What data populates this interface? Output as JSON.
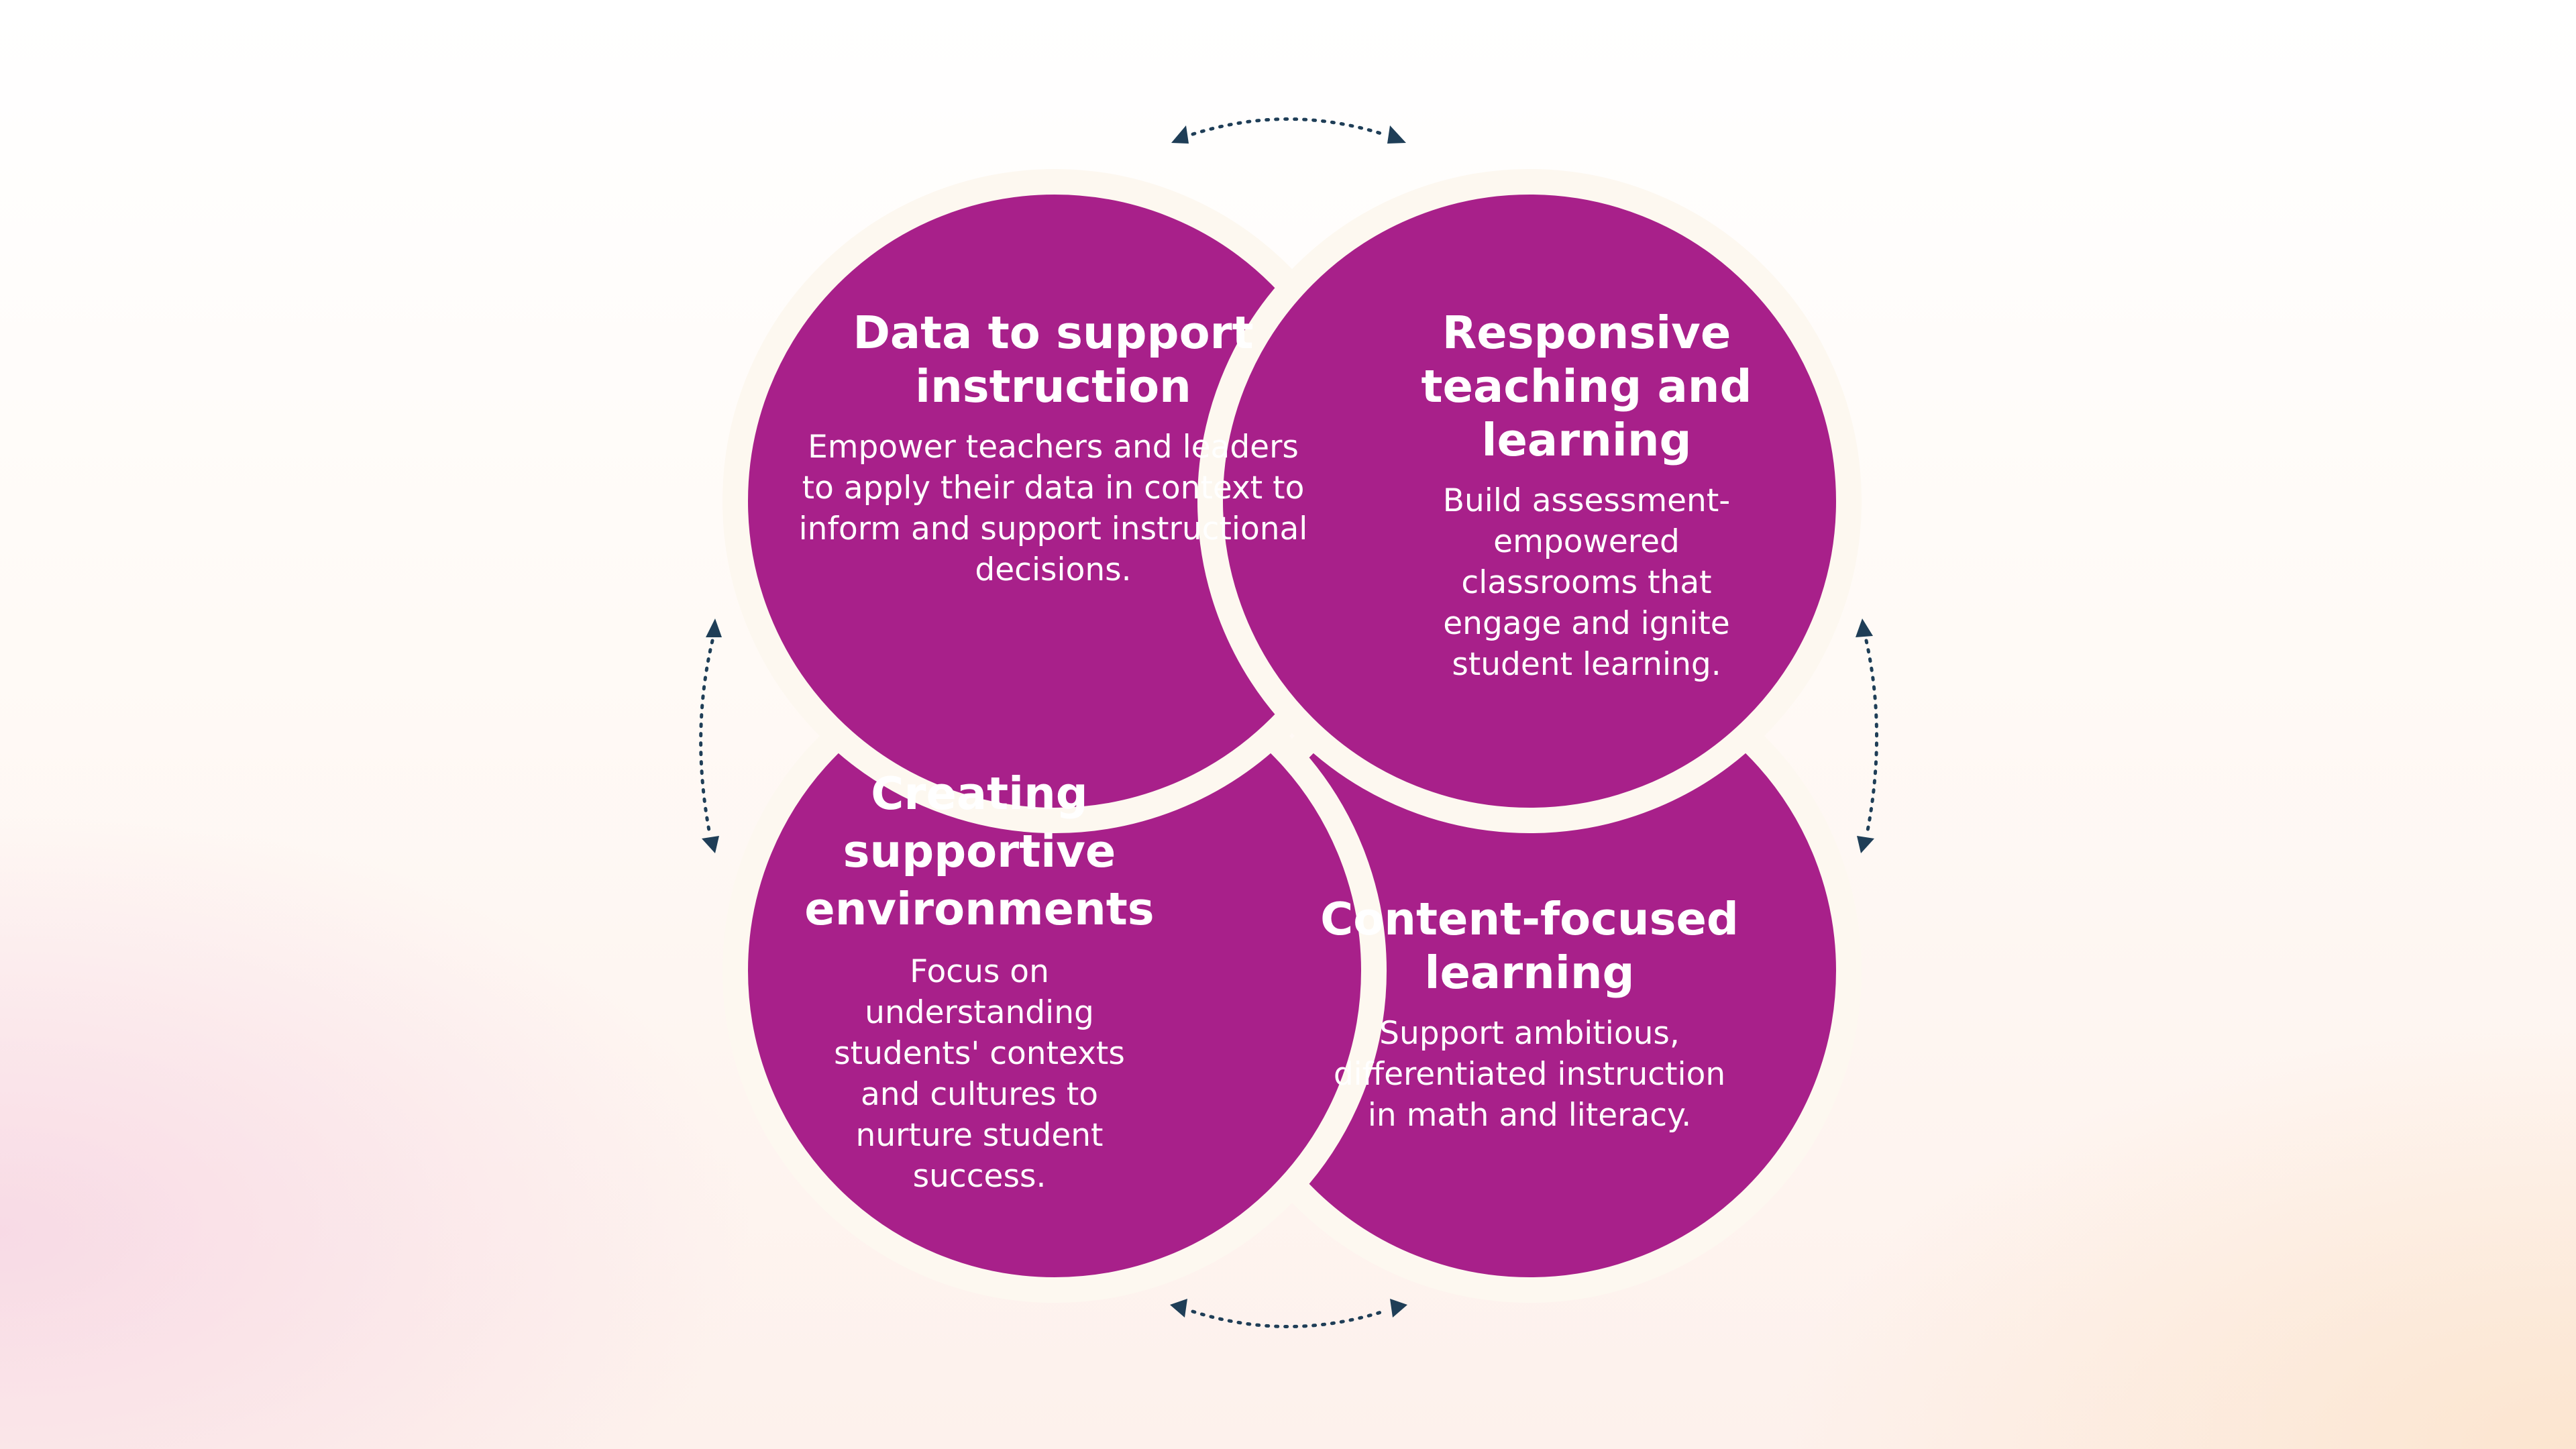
{
  "colors": {
    "circle_fill": "#a8208a",
    "circle_gap": "#fdf8f0",
    "arrow": "#1f3e57",
    "text": "#ffffff"
  },
  "arrows": [
    {
      "icon": "bidirectional-dotted-arrow-icon",
      "position": "top"
    },
    {
      "icon": "bidirectional-dotted-arrow-icon",
      "position": "left"
    },
    {
      "icon": "bidirectional-dotted-arrow-icon",
      "position": "right"
    },
    {
      "icon": "bidirectional-dotted-arrow-icon",
      "position": "bottom"
    }
  ],
  "quadrants": {
    "data": {
      "title": "Data to support instruction",
      "description": "Empower teachers and leaders to apply their data in context to inform and support instructional decisions."
    },
    "responsive": {
      "title": "Responsive teaching and learning",
      "description": "Build assessment-empowered classrooms that engage and ignite student learning."
    },
    "creating": {
      "title": "Creating supportive environments",
      "description": "Focus on understanding students' contexts and cultures to nurture student success."
    },
    "content": {
      "title": "Content-focused learning",
      "description": "Support ambitious, differentiated instruction in math and literacy."
    }
  }
}
